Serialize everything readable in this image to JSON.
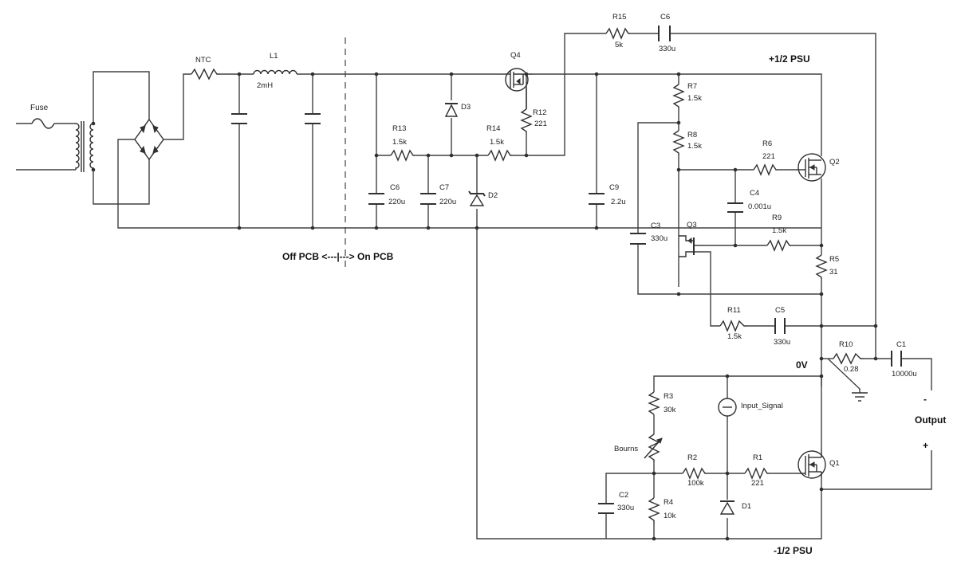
{
  "rails": {
    "positive": "+1/2 PSU",
    "negative": "-1/2 PSU",
    "ground": "0V"
  },
  "boundary": {
    "label": "Off PCB <---|---> On PCB"
  },
  "output": {
    "label": "Output",
    "minus": "-",
    "plus": "+"
  },
  "components": {
    "fuse": {
      "name": "Fuse"
    },
    "ntc": {
      "name": "NTC"
    },
    "l1": {
      "name": "L1",
      "value": "2mH"
    },
    "r15": {
      "name": "R15",
      "value": "5k"
    },
    "c6_top": {
      "name": "C6",
      "value": "330u"
    },
    "q4": {
      "name": "Q4"
    },
    "r12": {
      "name": "R12",
      "value": "221"
    },
    "d3": {
      "name": "D3"
    },
    "r13": {
      "name": "R13",
      "value": "1.5k"
    },
    "r14": {
      "name": "R14",
      "value": "1.5k"
    },
    "c6_left": {
      "name": "C6",
      "value": "220u"
    },
    "c7": {
      "name": "C7",
      "value": "220u"
    },
    "d2": {
      "name": "D2"
    },
    "c9": {
      "name": "C9",
      "value": "2.2u"
    },
    "r7": {
      "name": "R7",
      "value": "1.5k"
    },
    "r8": {
      "name": "R8",
      "value": "1.5k"
    },
    "r6": {
      "name": "R6",
      "value": "221"
    },
    "q2": {
      "name": "Q2"
    },
    "c4": {
      "name": "C4",
      "value": "0.001u"
    },
    "r9": {
      "name": "R9",
      "value": "1.5k"
    },
    "c3": {
      "name": "C3",
      "value": "330u"
    },
    "q3": {
      "name": "Q3"
    },
    "r5": {
      "name": "R5",
      "value": "31"
    },
    "r11": {
      "name": "R11",
      "value": "1.5k"
    },
    "c5": {
      "name": "C5",
      "value": "330u"
    },
    "r10": {
      "name": "R10",
      "value": "0.28"
    },
    "c1": {
      "name": "C1",
      "value": "10000u"
    },
    "r3": {
      "name": "R3",
      "value": "30k"
    },
    "input": {
      "name": "Input_Signal"
    },
    "bourns": {
      "name": "Bourns"
    },
    "r2": {
      "name": "R2",
      "value": "100k"
    },
    "r1": {
      "name": "R1",
      "value": "221"
    },
    "q1": {
      "name": "Q1"
    },
    "c2": {
      "name": "C2",
      "value": "330u"
    },
    "r4": {
      "name": "R4",
      "value": "10k"
    },
    "d1": {
      "name": "D1"
    }
  },
  "colors": {
    "wire": "#404040",
    "background": "#ffffff"
  }
}
